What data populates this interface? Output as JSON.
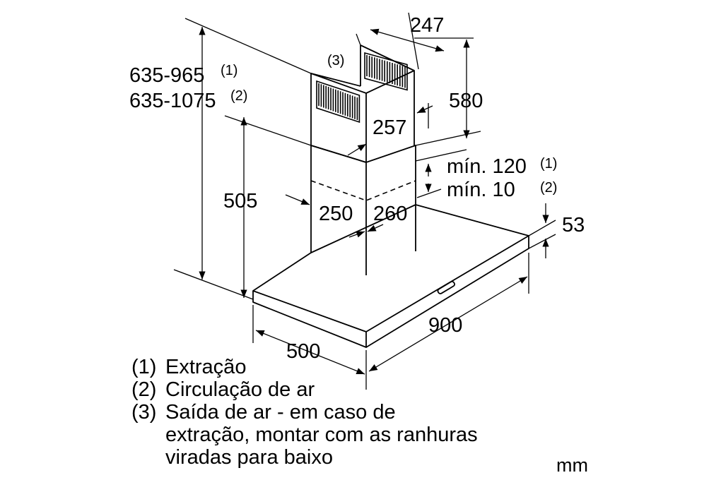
{
  "dimensions": {
    "height_extraction": "635-965",
    "height_extraction_ref": "(1)",
    "height_circulation": "635-1075",
    "height_circulation_ref": "(2)",
    "lower_chimney_height": "505",
    "upper_chimney_width": "247",
    "upper_chimney_height": "580",
    "upper_chimney_depth": "257",
    "chimney_width": "250",
    "chimney_depth": "260",
    "gap_extraction": "mín. 120",
    "gap_extraction_ref": "(1)",
    "gap_circulation": "mín. 10",
    "gap_circulation_ref": "(2)",
    "canopy_thickness": "53",
    "canopy_width": "900",
    "canopy_depth": "500",
    "air_outlet_ref": "(3)"
  },
  "legend": [
    {
      "num": "(1)",
      "text": "Extração"
    },
    {
      "num": "(2)",
      "text": "Circulação de ar"
    },
    {
      "num": "(3)",
      "text": "Saída de ar - em caso de",
      "continuation": [
        "extração, montar com as ranhuras",
        "viradas para baixo"
      ]
    }
  ],
  "unit": "mm"
}
